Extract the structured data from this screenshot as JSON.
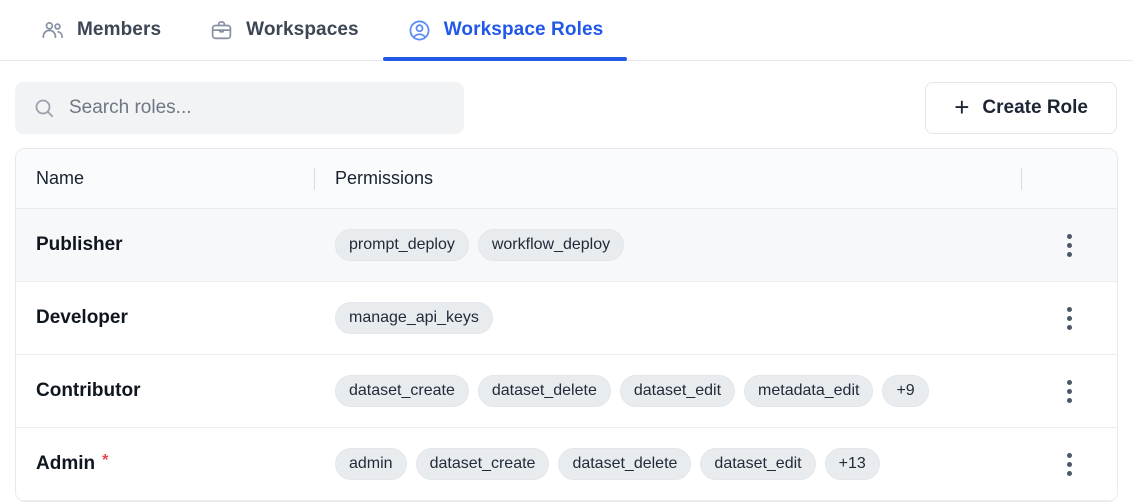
{
  "tabs": [
    {
      "label": "Members",
      "icon": "users-icon",
      "active": false
    },
    {
      "label": "Workspaces",
      "icon": "briefcase-icon",
      "active": false
    },
    {
      "label": "Workspace Roles",
      "icon": "user-circle-icon",
      "active": true
    }
  ],
  "toolbar": {
    "search_placeholder": "Search roles...",
    "search_icon": "search-icon",
    "create_label": "Create Role",
    "plus_glyph": "+"
  },
  "table": {
    "columns": [
      "Name",
      "Permissions"
    ],
    "required_marker": "*",
    "rows": [
      {
        "name": "Publisher",
        "required": false,
        "shaded": true,
        "tags": [
          "prompt_deploy",
          "workflow_deploy"
        ]
      },
      {
        "name": "Developer",
        "required": false,
        "shaded": false,
        "tags": [
          "manage_api_keys"
        ]
      },
      {
        "name": "Contributor",
        "required": false,
        "shaded": false,
        "tags": [
          "dataset_create",
          "dataset_delete",
          "dataset_edit",
          "metadata_edit",
          "+9"
        ]
      },
      {
        "name": "Admin",
        "required": true,
        "shaded": false,
        "tags": [
          "admin",
          "dataset_create",
          "dataset_delete",
          "dataset_edit",
          "+13"
        ]
      }
    ]
  },
  "colors": {
    "accent_blue": "#2158e8",
    "required_red": "#e5484d",
    "tag_bg": "#e9ecef",
    "row_shade": "#f7f8fa"
  }
}
